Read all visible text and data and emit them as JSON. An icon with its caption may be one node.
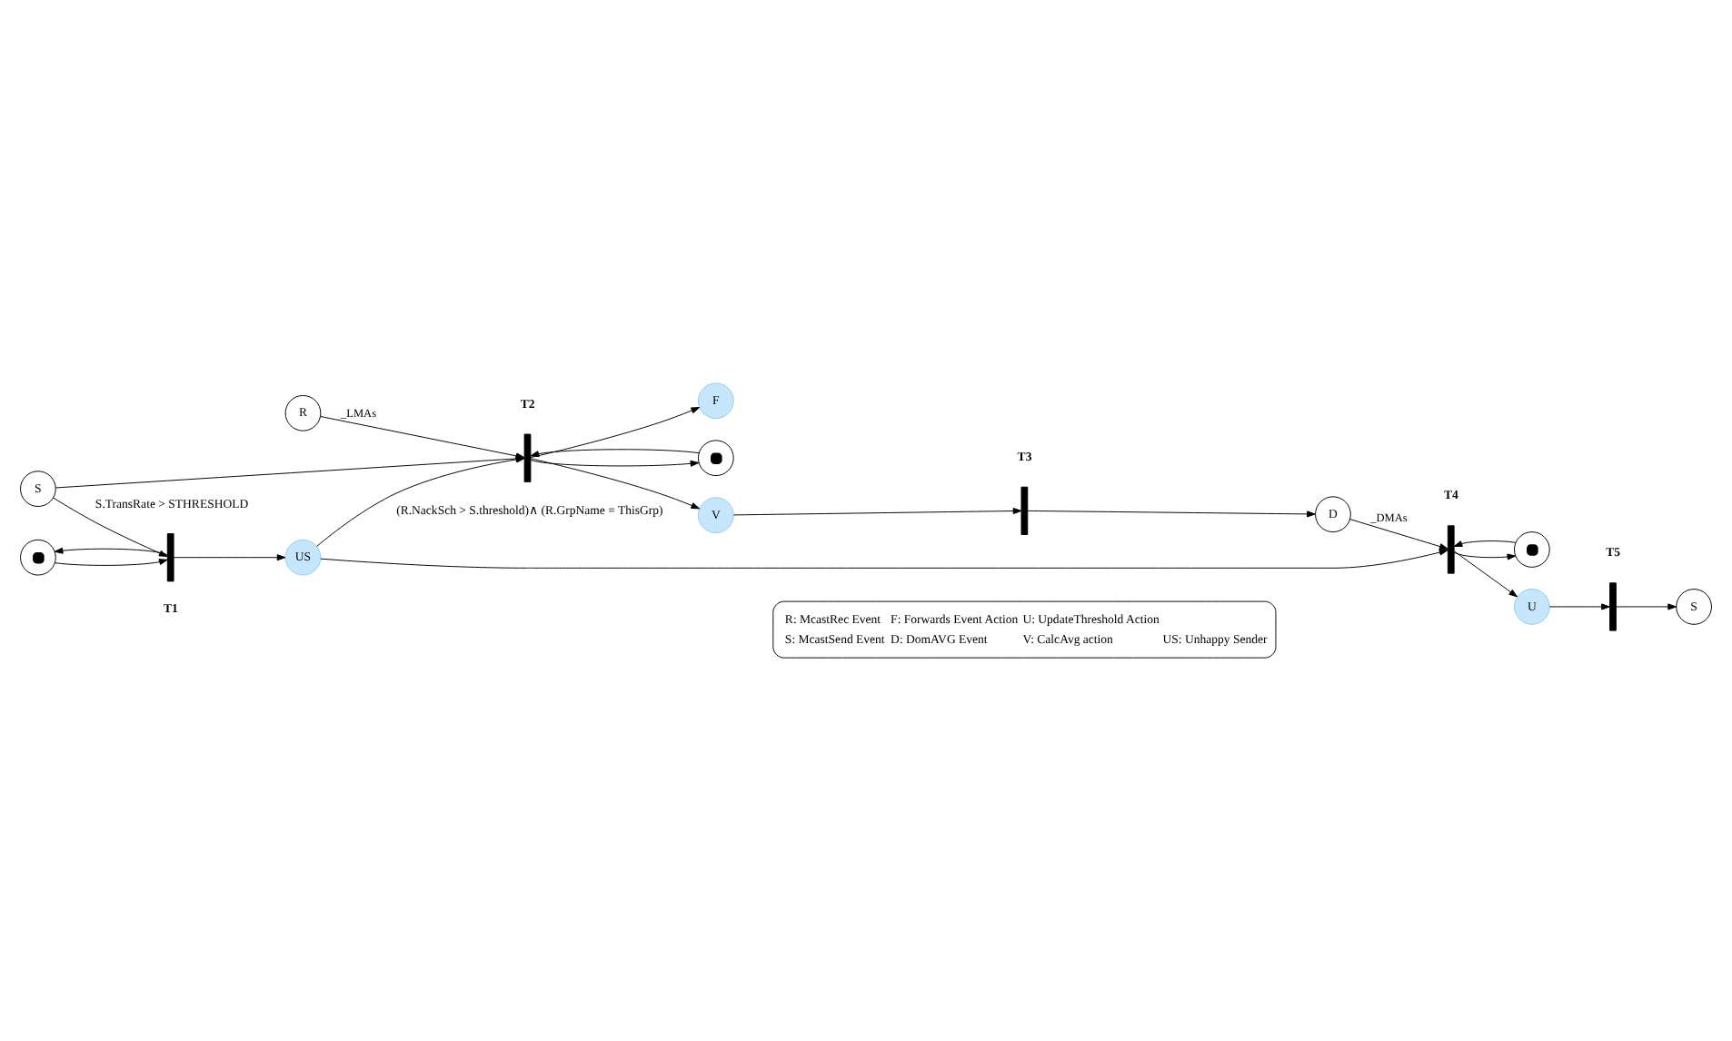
{
  "diagram": {
    "nodes": [
      {
        "text": [],
        "shape": "token"
      },
      {
        "text": [],
        "shape": "bar",
        "beside": [
          "S.TransRate > STHRESHOLD",
          "T1"
        ]
      },
      {
        "text": [
          "S"
        ]
      },
      {
        "text": [
          "US"
        ]
      },
      {
        "text": [
          "R"
        ]
      },
      {
        "text": [],
        "shape": "token"
      },
      {
        "text": [],
        "shape": "bar",
        "beside": [
          "T2",
          "(R.NackSch > S.threshold)∧ (R.GrpName = ThisGrp)"
        ]
      },
      {
        "text": [
          "V"
        ]
      },
      {
        "text": [
          "F"
        ]
      },
      {
        "text": [],
        "shape": "bar",
        "beside": [
          "T3"
        ]
      },
      {
        "text": [
          "D"
        ]
      },
      {
        "text": [],
        "shape": "token"
      },
      {
        "text": [],
        "shape": "bar",
        "beside": [
          "T4"
        ]
      },
      {
        "text": [
          "U"
        ]
      },
      {
        "text": [],
        "shape": "bar",
        "beside": [
          "T5"
        ]
      },
      {
        "text": [
          "S"
        ]
      }
    ],
    "edges": [
      {
        "from": 0,
        "to": 1,
        "arrow": "to"
      },
      {
        "from": 1,
        "to": 0,
        "arrow": "to"
      },
      {
        "from": 2,
        "to": 1,
        "arrow": "to"
      },
      {
        "from": 1,
        "to": 3,
        "arrow": "to"
      },
      {
        "from": 3,
        "to": 6,
        "arrow": "to"
      },
      {
        "from": 2,
        "to": 6,
        "arrow": "to"
      },
      {
        "from": 4,
        "to": 6,
        "arrow": "to",
        "label": "_LMAs"
      },
      {
        "from": 5,
        "to": 6,
        "arrow": "to"
      },
      {
        "from": 6,
        "to": 5,
        "arrow": "to"
      },
      {
        "from": 6,
        "to": 7,
        "arrow": "to"
      },
      {
        "from": 6,
        "to": 8,
        "arrow": "to"
      },
      {
        "from": 7,
        "to": 9,
        "arrow": "to"
      },
      {
        "from": 9,
        "to": 10,
        "arrow": "to"
      },
      {
        "from": 10,
        "to": 12,
        "arrow": "to",
        "label": "_DMAs"
      },
      {
        "from": 11,
        "to": 12,
        "arrow": "to"
      },
      {
        "from": 12,
        "to": 11,
        "arrow": "to"
      },
      {
        "from": 3,
        "to": 12,
        "arrow": "to"
      },
      {
        "from": 12,
        "to": 13,
        "arrow": "to"
      },
      {
        "from": 13,
        "to": 14,
        "arrow": "to"
      },
      {
        "from": 14,
        "to": 15,
        "arrow": "to"
      }
    ],
    "labels": [
      "R: McastRec Event",
      "F: Forwards Event Action",
      "U: UpdateThreshold Action",
      "S: McastSend Event",
      "D: DomAVG Event",
      "V: CalcAvg action",
      "US: Unhappy Sender"
    ]
  }
}
